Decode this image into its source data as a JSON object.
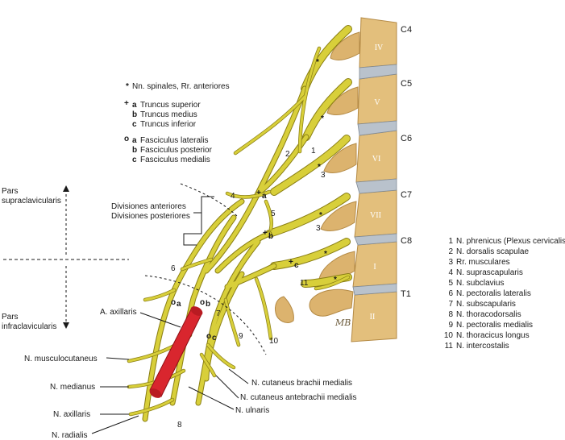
{
  "vertebra_levels": [
    "C4",
    "C5",
    "C6",
    "C7",
    "C8",
    "T1"
  ],
  "vertebra_roman": [
    "IV",
    "V",
    "VI",
    "VII",
    "I",
    "II"
  ],
  "legend_symbols": {
    "title_mark": "*",
    "title": "Nn. spinales, Rr. anteriores",
    "trunk_mark": "+",
    "trunks": [
      {
        "letter": "a",
        "name": "Truncus superior"
      },
      {
        "letter": "b",
        "name": "Truncus medius"
      },
      {
        "letter": "c",
        "name": "Truncus inferior"
      }
    ],
    "fascicle_mark": "o",
    "fascicles": [
      {
        "letter": "a",
        "name": "Fasciculus lateralis"
      },
      {
        "letter": "b",
        "name": "Fasciculus posterior"
      },
      {
        "letter": "c",
        "name": "Fasciculus medialis"
      }
    ]
  },
  "divisions": [
    "Divisiones anteriores",
    "Divisiones posteriores"
  ],
  "pars": {
    "supra": [
      "Pars",
      "supraclavicularis"
    ],
    "infra": [
      "Pars",
      "infraclavicularis"
    ]
  },
  "numbered_nerves": [
    {
      "num": "1",
      "name": "N. phrenicus (Plexus cervicalis)"
    },
    {
      "num": "2",
      "name": "N. dorsalis scapulae"
    },
    {
      "num": "3",
      "name": "Rr. musculares"
    },
    {
      "num": "4",
      "name": "N. suprascapularis"
    },
    {
      "num": "5",
      "name": "N. subclavius"
    },
    {
      "num": "6",
      "name": "N. pectoralis lateralis"
    },
    {
      "num": "7",
      "name": "N. subscapularis"
    },
    {
      "num": "8",
      "name": "N. thoracodorsalis"
    },
    {
      "num": "9",
      "name": "N. pectoralis medialis"
    },
    {
      "num": "10",
      "name": "N. thoracicus longus"
    },
    {
      "num": "11",
      "name": "N. intercostalis"
    }
  ],
  "labels": {
    "artery": "A. axillaris",
    "musculocutaneus": "N. musculocutaneus",
    "medianus": "N. medianus",
    "axillaris": "N. axillaris",
    "radialis": "N. radialis",
    "ulnaris": "N. ulnaris",
    "cut_brachii": "N. cutaneus brachii medialis",
    "cut_antebrachii": "N. cutaneus antebrachii medialis"
  },
  "nerve_number_marks": [
    "1",
    "2",
    "3",
    "4",
    "5",
    "6",
    "7",
    "8",
    "9",
    "10",
    "11",
    "3"
  ],
  "star_marks": [
    "*",
    "*",
    "*",
    "*",
    "*",
    "*"
  ],
  "trunk_marks": [
    {
      "sym": "+",
      "letter": "a"
    },
    {
      "sym": "+",
      "letter": "b"
    },
    {
      "sym": "+",
      "letter": "c"
    }
  ],
  "fascicle_marks": [
    {
      "sym": "o",
      "letter": "a"
    },
    {
      "sym": "o",
      "letter": "b"
    },
    {
      "sym": "o",
      "letter": "c"
    }
  ],
  "signature": "MB",
  "colors": {
    "nerve": "#d8cf3a",
    "nerve_edge": "#8a7f14",
    "bone": "#e3bf7c",
    "bone_dark": "#b48a45",
    "disc": "#b9c2cc",
    "artery": "#d9262e"
  }
}
